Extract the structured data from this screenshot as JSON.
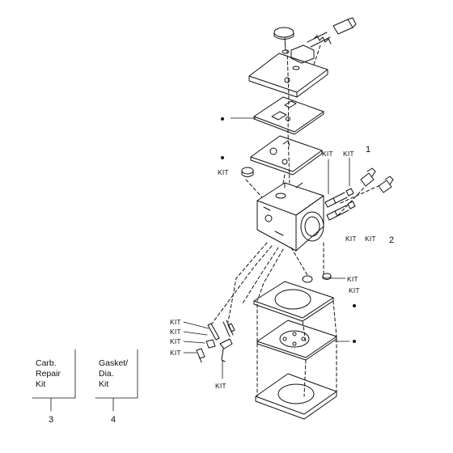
{
  "labels": {
    "kit": "KIT",
    "callout_1": "1",
    "callout_2": "2",
    "callout_3": "3",
    "callout_4": "4"
  },
  "legend": {
    "col3": [
      "Carb.",
      "Repair",
      "Kit"
    ],
    "col4": [
      "Gasket/",
      "Dia.",
      "Kit"
    ]
  }
}
